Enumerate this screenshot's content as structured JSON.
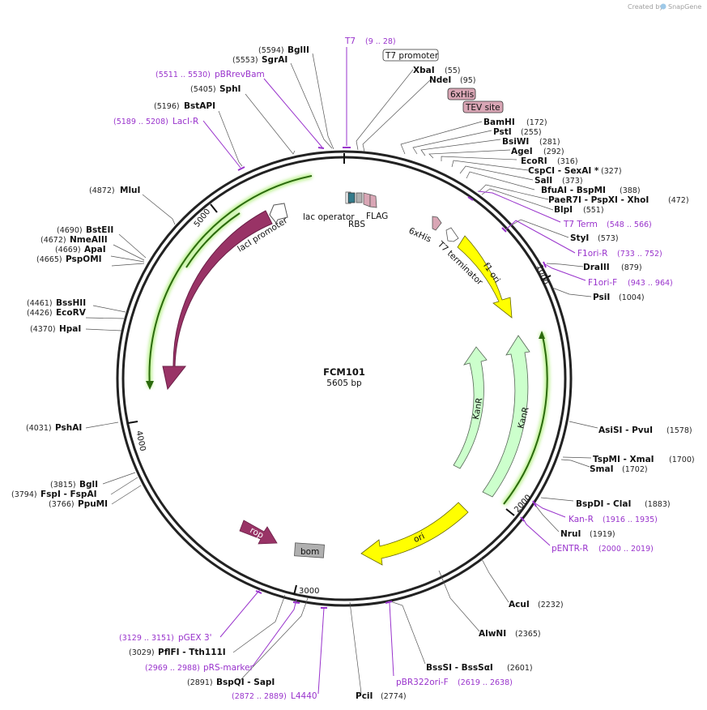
{
  "credit": {
    "text": "Created by",
    "brand": "SnapGene"
  },
  "plasmid": {
    "name": "FCM101",
    "size": "5605 bp"
  },
  "ticks": [
    "1000",
    "2000",
    "3000",
    "4000",
    "5000"
  ],
  "sites": [
    {
      "pos": "(5594)",
      "name": "BglII"
    },
    {
      "pos": "(5553)",
      "name": "SgrAI"
    },
    {
      "pos": "(5405)",
      "name": "SphI"
    },
    {
      "pos": "(5196)",
      "name": "BstAPI"
    },
    {
      "pos": "(4872)",
      "name": "MluI"
    },
    {
      "pos": "(4690)",
      "name": "BstEII"
    },
    {
      "pos": "(4672)",
      "name": "NmeAIII"
    },
    {
      "pos": "(4669)",
      "name": "ApaI"
    },
    {
      "pos": "(4665)",
      "name": "PspOMI"
    },
    {
      "pos": "(4461)",
      "name": "BssHII"
    },
    {
      "pos": "(4426)",
      "name": "EcoRV"
    },
    {
      "pos": "(4370)",
      "name": "HpaI"
    },
    {
      "pos": "(4031)",
      "name": "PshAI"
    },
    {
      "pos": "(3815)",
      "name": "BglI"
    },
    {
      "pos": "(3794)",
      "name": "FspI  - FspAI"
    },
    {
      "pos": "(3766)",
      "name": "PpuMI"
    },
    {
      "pos": "(3029)",
      "name": "PflFI  - Tth111I"
    },
    {
      "pos": "(2891)",
      "name": "BspQI  - SapI"
    },
    {
      "pos": "(2774)",
      "name": "PciI"
    },
    {
      "pos": "(2601)",
      "name": "BssSI  - BssSαI"
    },
    {
      "pos": "(2365)",
      "name": "AlwNI"
    },
    {
      "pos": "(2232)",
      "name": "AcuI"
    },
    {
      "pos": "(1919)",
      "name": "NruI"
    },
    {
      "pos": "(1883)",
      "name": "BspDI  - ClaI"
    },
    {
      "pos": "(1702)",
      "name": "SmaI"
    },
    {
      "pos": "(1700)",
      "name": "TspMI  - XmaI"
    },
    {
      "pos": "(1578)",
      "name": "AsiSI  - PvuI"
    },
    {
      "pos": "(1004)",
      "name": "PsiI"
    },
    {
      "pos": "(879)",
      "name": "DraIII"
    },
    {
      "pos": "(573)",
      "name": "StyI"
    },
    {
      "pos": "(551)",
      "name": "BlpI"
    },
    {
      "pos": "(472)",
      "name": "PaeR7I  - PspXI  - XhoI"
    },
    {
      "pos": "(388)",
      "name": "BfuAI  - BspMI"
    },
    {
      "pos": "(373)",
      "name": "SalI"
    },
    {
      "pos": "(327)",
      "name": "CspCI  - SexAI *"
    },
    {
      "pos": "(316)",
      "name": "EcoRI"
    },
    {
      "pos": "(292)",
      "name": "AgeI"
    },
    {
      "pos": "(281)",
      "name": "BsiWI"
    },
    {
      "pos": "(255)",
      "name": "PstI"
    },
    {
      "pos": "(172)",
      "name": "BamHI"
    },
    {
      "pos": "(95)",
      "name": "NdeI"
    },
    {
      "pos": "(55)",
      "name": "XbaI"
    }
  ],
  "primers": [
    {
      "name": "T7",
      "pos": "(9 .. 28)"
    },
    {
      "name": "pBRrevBam",
      "pos": "(5511 .. 5530)"
    },
    {
      "name": "LacI-R",
      "pos": "(5189 .. 5208)"
    },
    {
      "name": "T7 Term",
      "pos": "(548 .. 566)"
    },
    {
      "name": "F1ori-R",
      "pos": "(733 .. 752)"
    },
    {
      "name": "F1ori-F",
      "pos": "(943 .. 964)"
    },
    {
      "name": "Kan-R",
      "pos": "(1916 .. 1935)"
    },
    {
      "name": "pENTR-R",
      "pos": "(2000 .. 2019)"
    },
    {
      "name": "pBR322ori-F",
      "pos": "(2619 .. 2638)"
    },
    {
      "name": "L4440",
      "pos": "(2872 .. 2889)"
    },
    {
      "name": "pRS-marker",
      "pos": "(2969 .. 2988)"
    },
    {
      "name": "pGEX 3'",
      "pos": "(3129 .. 3151)"
    }
  ],
  "boxed_features": [
    {
      "name": "T7 promoter"
    },
    {
      "name": "6xHis"
    },
    {
      "name": "TEV site"
    }
  ],
  "features": [
    {
      "name": "lacI"
    },
    {
      "name": "lacI promoter"
    },
    {
      "name": "lac operator"
    },
    {
      "name": "RBS"
    },
    {
      "name": "FLAG"
    },
    {
      "name": "6xHis"
    },
    {
      "name": "T7 terminator"
    },
    {
      "name": "f1 ori"
    },
    {
      "name": "KanR"
    },
    {
      "name": "KanR"
    },
    {
      "name": "ori"
    },
    {
      "name": "rop"
    },
    {
      "name": "bom"
    }
  ],
  "colors": {
    "backbone": "#222222",
    "orf": "#993366",
    "ori": "#ffff00",
    "resistance": "#ccffcc",
    "primer": "#9933cc",
    "tag": "#d9a6b5",
    "bom": "#b0b0b0"
  }
}
